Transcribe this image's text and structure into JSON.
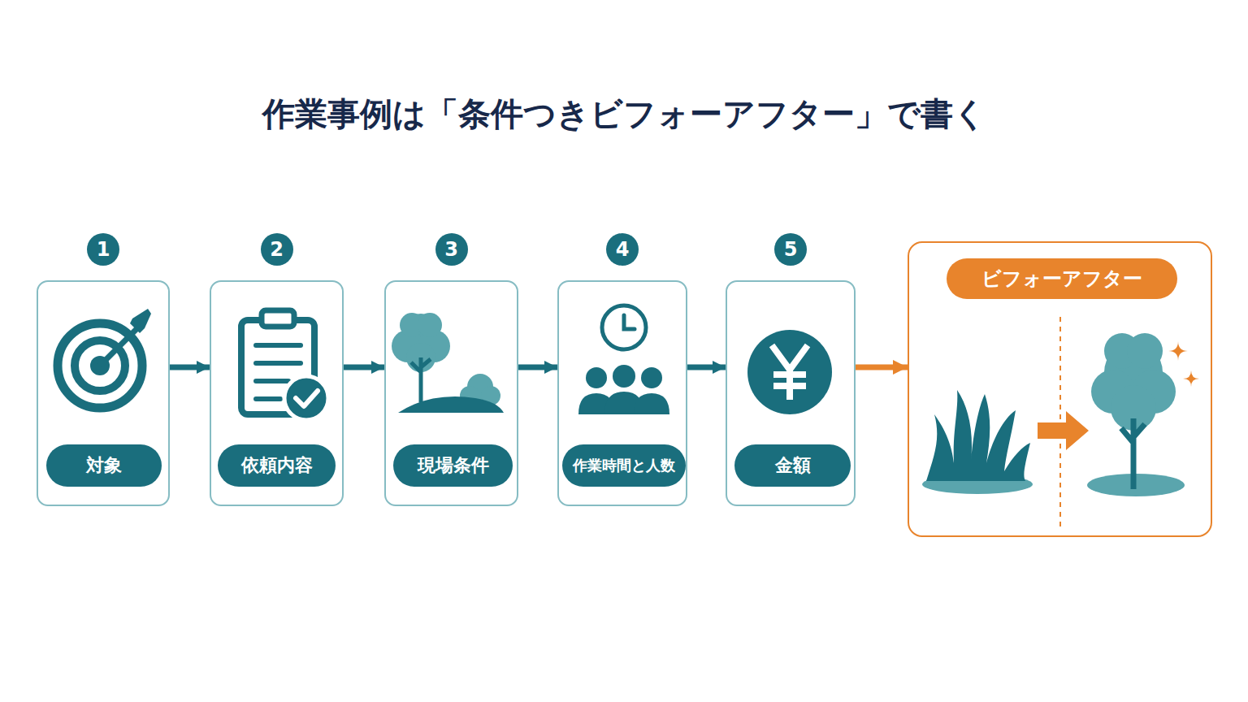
{
  "diagram": {
    "title": "作業事例は「条件つきビフォーアフター」で書く",
    "nodes": [
      {
        "text": [
          "1",
          "対象"
        ]
      },
      {
        "text": [
          "2",
          "依頼内容"
        ]
      },
      {
        "text": [
          "3",
          "現場条件"
        ]
      },
      {
        "text": [
          "4",
          "作業時間と人数"
        ]
      },
      {
        "text": [
          "5",
          "金額"
        ]
      },
      {
        "text": [
          "ビフォーアフター"
        ]
      }
    ],
    "edges": [
      {
        "from": 0,
        "to": 1,
        "arrow": "to"
      },
      {
        "from": 1,
        "to": 2,
        "arrow": "to"
      },
      {
        "from": 2,
        "to": 3,
        "arrow": "to"
      },
      {
        "from": 3,
        "to": 4,
        "arrow": "to"
      },
      {
        "from": 4,
        "to": 5,
        "arrow": "to"
      }
    ]
  }
}
